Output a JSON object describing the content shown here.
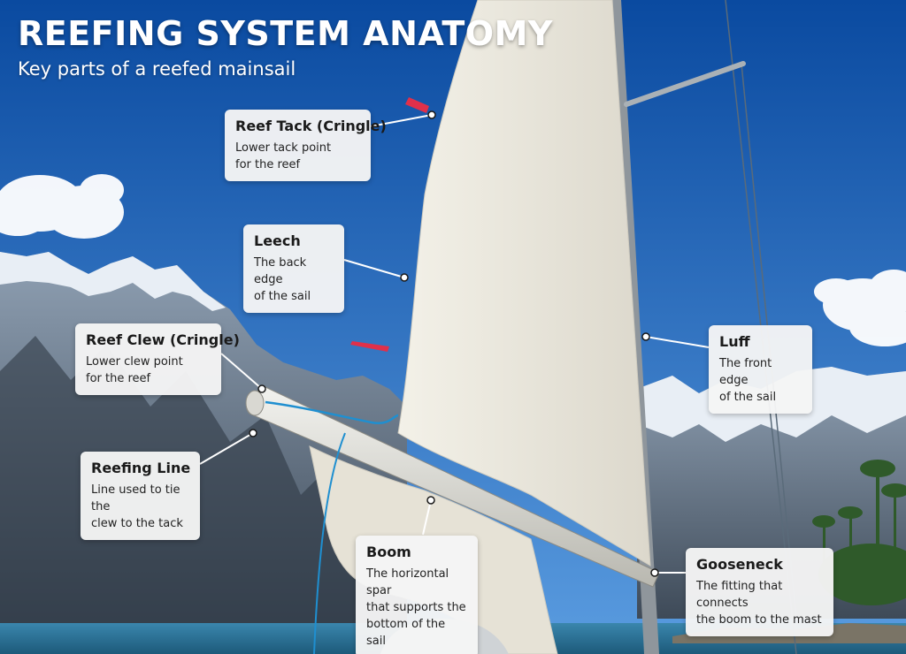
{
  "header": {
    "title": "REEFING SYSTEM ANATOMY",
    "subtitle": "Key parts of a reefed mainsail"
  },
  "labels": {
    "reef_tack": {
      "name": "Reef Tack (Cringle)",
      "desc_1": "Lower tack point",
      "desc_2": "for the reef"
    },
    "leech": {
      "name": "Leech",
      "desc_1": "The back edge",
      "desc_2": "of the sail"
    },
    "reef_clew": {
      "name": "Reef Clew (Cringle)",
      "desc_1": "Lower clew point",
      "desc_2": "for the reef"
    },
    "luff": {
      "name": "Luff",
      "desc_1": "The front edge",
      "desc_2": "of the sail"
    },
    "reefing_line": {
      "name": "Reefing Line",
      "desc_1": "Line used to tie the",
      "desc_2": "clew to the tack"
    },
    "boom": {
      "name": "Boom",
      "desc_1": "The horizontal spar",
      "desc_2": "that supports the",
      "desc_3": "bottom of the sail"
    },
    "gooseneck": {
      "name": "Gooseneck",
      "desc_1": "The fitting that connects",
      "desc_2": "the boom to the mast"
    }
  },
  "colors": {
    "sky_top": "#0b4ea2",
    "sky_bottom": "#5b9de0",
    "sail": "#efece2",
    "water": "#2a6f93",
    "label_bg": "#f5f5f5",
    "leader": "#ffffff",
    "reef_tie": "#e0304a",
    "reefing_line": "#1f8fd0"
  }
}
